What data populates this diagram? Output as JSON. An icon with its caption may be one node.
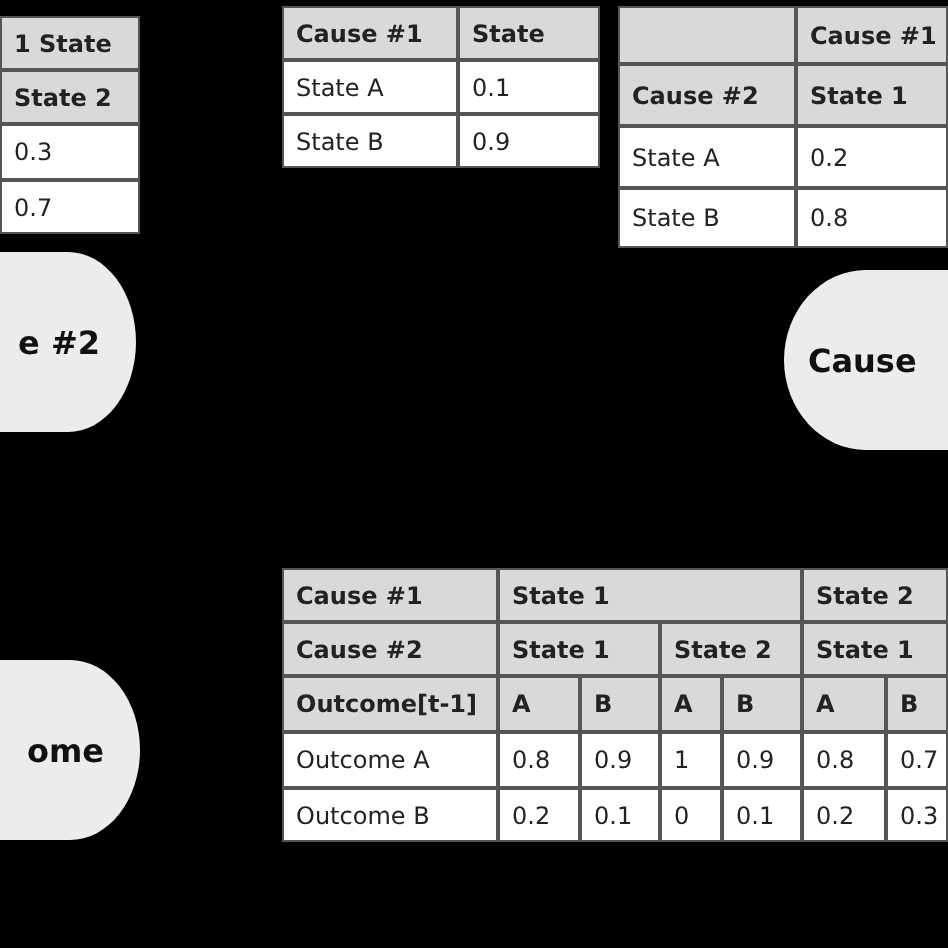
{
  "diagram": {
    "nodes": [
      {
        "text": [
          "e #2"
        ]
      },
      {
        "text": [
          "Cause"
        ]
      },
      {
        "text": [
          "ome"
        ]
      }
    ],
    "labels": [
      "1 State",
      "State 2",
      "0.3",
      "0.7",
      "Cause #1",
      "State",
      "State A",
      "0.1",
      "State B",
      "0.9",
      "Cause #1",
      "Cause #2",
      "State 1",
      "State A",
      "0.2",
      "State B",
      "0.8",
      "Cause #1",
      "State 1",
      "State 2",
      "Cause #2",
      "State 1",
      "State 2",
      "State 1",
      "Outcome[t-1]",
      "A",
      "B",
      "A",
      "B",
      "A",
      "B",
      "Outcome A",
      "0.8",
      "0.9",
      "1",
      "0.9",
      "0.8",
      "0.7",
      "Outcome B",
      "0.2",
      "0.1",
      "0",
      "0.1",
      "0.2",
      "0.3"
    ]
  }
}
